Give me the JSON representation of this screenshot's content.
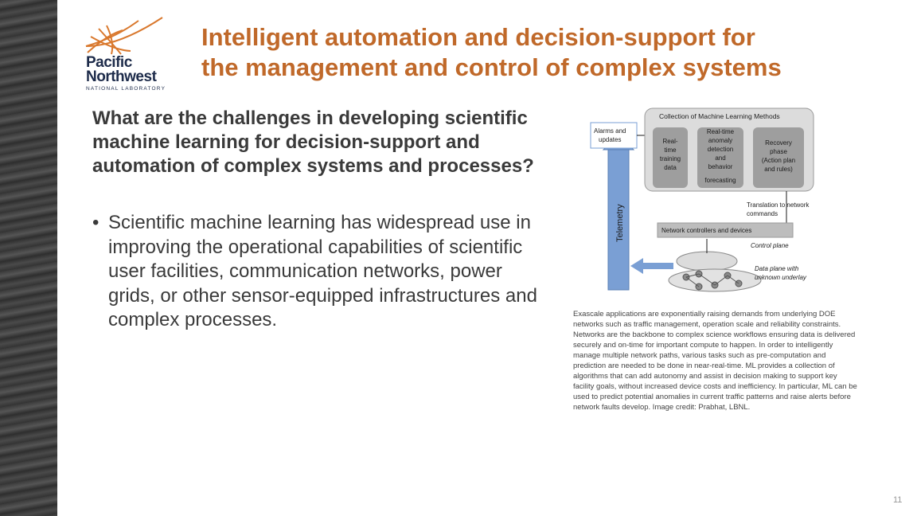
{
  "logo": {
    "name_line1": "Pacific",
    "name_line2": "Northwest",
    "sub": "NATIONAL LABORATORY"
  },
  "title": {
    "line1": "Intelligent automation and decision-support for",
    "line2": "the management and control of complex systems"
  },
  "question": "What are the challenges in developing scientific machine learning for decision-support and automation of complex systems and processes?",
  "bullet": "Scientific machine learning has widespread use in improving the operational capabilities of scientific user facilities, communication networks, power grids, or other sensor-equipped infrastructures and complex processes.",
  "figure": {
    "collection_title": "Collection of Machine Learning Methods",
    "alarms": "Alarms and updates",
    "box1": "Real-time training data",
    "box2": "Real-time anomaly detection and behavior forecasting",
    "box3": "Recovery phase (Action plan and rules)",
    "telemetry": "Telemetry",
    "translation": "Translation to network commands",
    "controllers": "Network controllers and devices",
    "control_plane": "Control plane",
    "data_plane": "Data plane with unknown underlay"
  },
  "caption": "Exascale applications are exponentially raising demands from underlying DOE networks such as traffic management, operation scale and reliability constraints. Networks are the backbone to complex science workflows ensuring data is delivered securely and on-time for important compute to happen. In order to intelligently manage multiple network paths, various tasks such as pre-computation and prediction are needed to be done in near-real-time. ML provides a collection of algorithms that can add autonomy and assist in decision making to support key facility goals, without increased device costs and inefficiency. In particular, ML can be used to predict potential anomalies in current traffic patterns and raise alerts before network faults develop. Image credit: Prabhat, LBNL.",
  "page_number": "11",
  "colors": {
    "title": "#c0692a",
    "accent_blue": "#7a9fd4",
    "logo_orange": "#d9782d"
  }
}
